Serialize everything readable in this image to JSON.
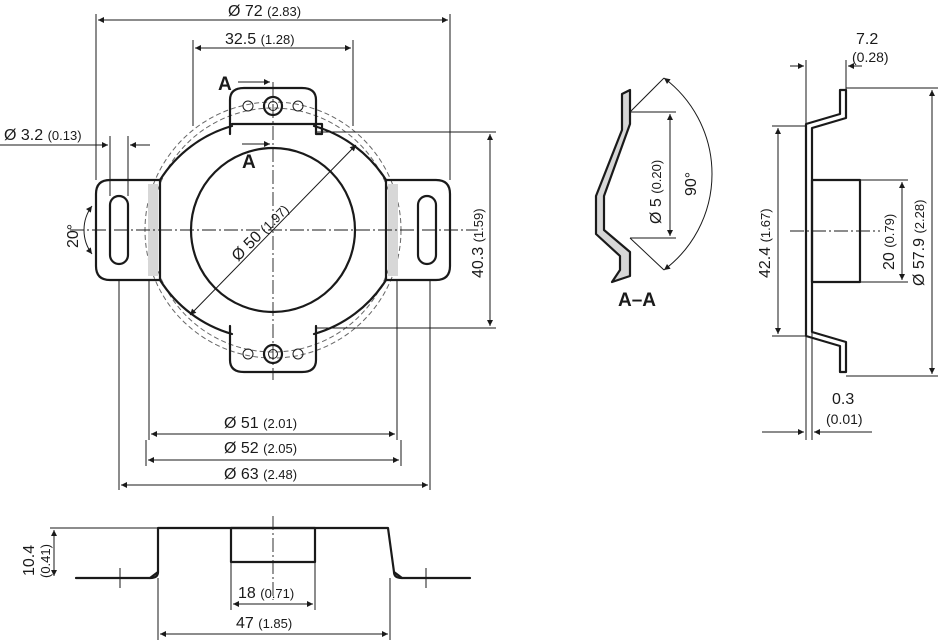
{
  "front_view": {
    "dia_72": "Ø 72",
    "dia_72_in": "(2.83)",
    "w_32_5": "32.5",
    "w_32_5_in": "(1.28)",
    "dia_3_2": "Ø 3.2",
    "dia_3_2_in": "(0.13)",
    "angle_20": "20°",
    "dia_50": "Ø 50",
    "dia_50_in": "(1.97)",
    "h_40_3": "40.3",
    "h_40_3_in": "(1.59)",
    "dia_51": "Ø 51",
    "dia_51_in": "(2.01)",
    "dia_52": "Ø 52",
    "dia_52_in": "(2.05)",
    "dia_63": "Ø 63",
    "dia_63_in": "(2.48)",
    "section_mark": "A"
  },
  "section_view": {
    "title": "A–A",
    "dia_5": "Ø 5",
    "dia_5_in": "(0.20)",
    "angle_90": "90°"
  },
  "side_view": {
    "w_7_2": "7.2",
    "w_7_2_in": "(0.28)",
    "h_42_4": "42.4",
    "h_42_4_in": "(1.67)",
    "h_20": "20",
    "h_20_in": "(0.79)",
    "dia_57_9": "Ø 57.9",
    "dia_57_9_in": "(2.28)",
    "t_0_3": "0.3",
    "t_0_3_in": "(0.01)"
  },
  "bottom_view": {
    "h_10_4": "10.4",
    "h_10_4_in": "(0.41)",
    "w_18": "18",
    "w_18_in": "(0.71)",
    "w_47": "47",
    "w_47_in": "(1.85)"
  }
}
